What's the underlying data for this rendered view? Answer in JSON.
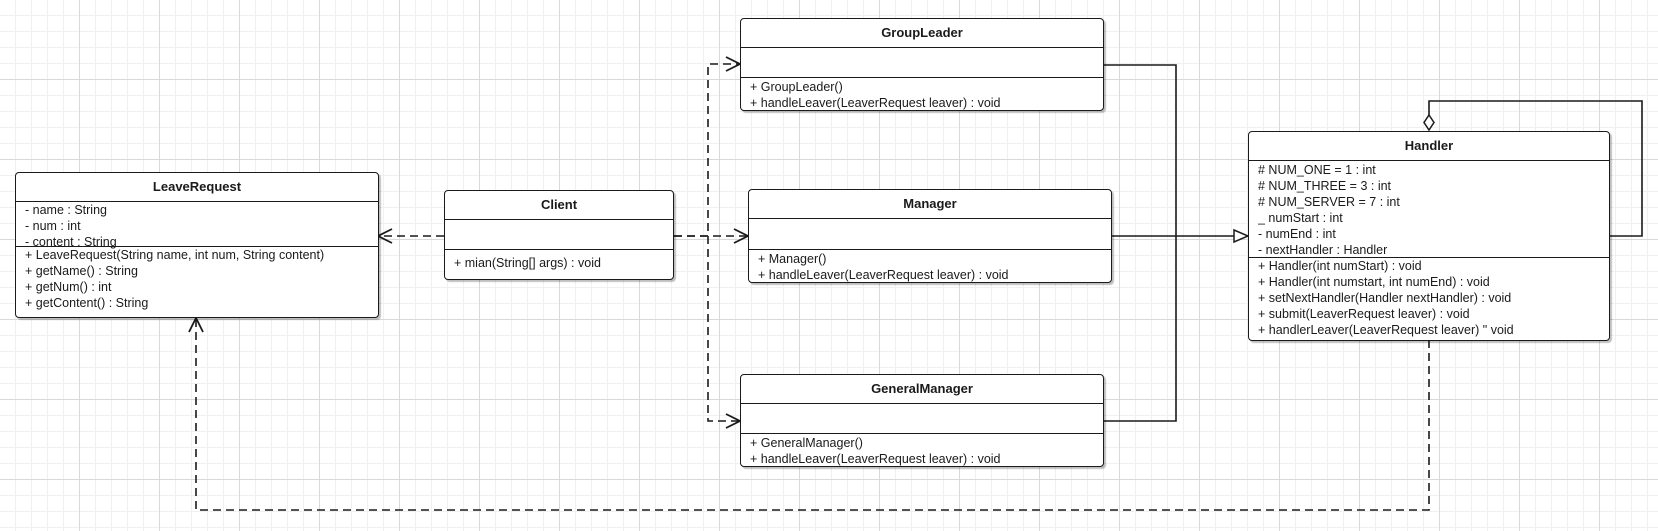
{
  "colors": {
    "line": "#1a1a1a",
    "box_fill": "#ffffff",
    "grid": "#d9d9d9"
  },
  "classes": {
    "leave_request": {
      "name": "LeaveRequest",
      "attributes": [
        "- name : String",
        "- num : int",
        "- content : String"
      ],
      "methods": [
        "+ LeaveRequest(String name, int num, String content)",
        "+ getName() : String",
        "+ getNum() : int",
        "+ getContent() : String"
      ]
    },
    "client": {
      "name": "Client",
      "attributes": [],
      "methods": [
        "+ mian(String[] args) : void"
      ]
    },
    "group_leader": {
      "name": "GroupLeader",
      "attributes": [],
      "methods": [
        "+ GroupLeader()",
        "+ handleLeaver(LeaverRequest leaver) : void"
      ]
    },
    "manager": {
      "name": "Manager",
      "attributes": [],
      "methods": [
        "+ Manager()",
        "+ handleLeaver(LeaverRequest leaver) : void"
      ]
    },
    "general_manager": {
      "name": "GeneralManager",
      "attributes": [],
      "methods": [
        "+ GeneralManager()",
        "+ handleLeaver(LeaverRequest leaver) : void"
      ]
    },
    "handler": {
      "name": "Handler",
      "attributes": [
        "# NUM_ONE = 1 : int",
        "# NUM_THREE = 3 : int",
        "# NUM_SERVER = 7 : int",
        "_ numStart : int",
        "- numEnd : int",
        "- nextHandler : Handler"
      ],
      "methods": [
        "+ Handler(int numStart) : void",
        "+ Handler(int numstart, int numEnd) : void",
        "+ setNextHandler(Handler nextHandler) : void",
        "+ submit(LeaverRequest leaver) : void",
        "+ handlerLeaver(LeaverRequest  leaver) \" void"
      ]
    }
  },
  "relationships": [
    {
      "type": "dependency",
      "from": "Client",
      "to": "LeaveRequest"
    },
    {
      "type": "dependency",
      "from": "Client",
      "to": "GroupLeader"
    },
    {
      "type": "dependency",
      "from": "Client",
      "to": "Manager"
    },
    {
      "type": "dependency",
      "from": "Client",
      "to": "GeneralManager"
    },
    {
      "type": "generalization",
      "from": "GroupLeader",
      "to": "Handler"
    },
    {
      "type": "generalization",
      "from": "Manager",
      "to": "Handler"
    },
    {
      "type": "generalization",
      "from": "GeneralManager",
      "to": "Handler"
    },
    {
      "type": "aggregation",
      "from": "Handler",
      "to": "Handler"
    },
    {
      "type": "dependency",
      "from": "Handler",
      "to": "LeaveRequest"
    }
  ]
}
